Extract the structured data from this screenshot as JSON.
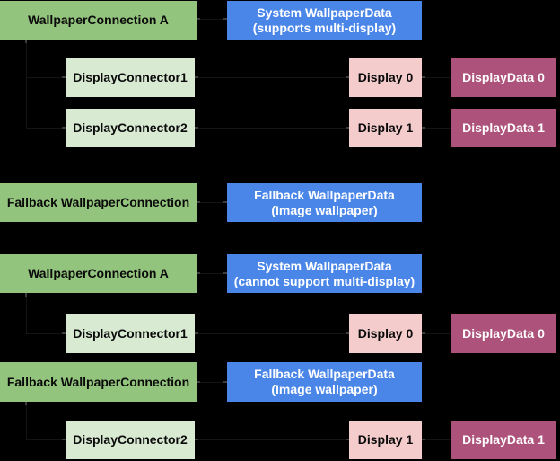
{
  "diagram": {
    "background": "#000000",
    "colors": {
      "wallpaper_connection_green": "#93c47d",
      "display_connector_light_green": "#d9ead3",
      "wallpaper_data_blue": "#4a86e8",
      "display_pink": "#f4cccc",
      "display_data_magenta": "#ad537b",
      "text_dark": "#0a0a0a",
      "text_light": "#ffffff",
      "connector_line": "#3d3d3d"
    }
  },
  "boxes": [
    {
      "label": "WallpaperConnection A"
    },
    {
      "label": "System WallpaperData",
      "line2": "(supports multi-display)"
    },
    {
      "label": "DisplayConnector1"
    },
    {
      "label": "Display 0"
    },
    {
      "label": "DisplayData 0"
    },
    {
      "label": "DisplayConnector2"
    },
    {
      "label": "Display 1"
    },
    {
      "label": "DisplayData 1"
    },
    {
      "label": "Fallback WallpaperConnection"
    },
    {
      "label": "Fallback WallpaperData",
      "line2": "(Image wallpaper)"
    },
    {
      "label": "WallpaperConnection A"
    },
    {
      "label": "System WallpaperData",
      "line2": "(cannot support multi-display)"
    },
    {
      "label": "DisplayConnector1"
    },
    {
      "label": "Display 0"
    },
    {
      "label": "DisplayData 0"
    },
    {
      "label": "Fallback WallpaperConnection"
    },
    {
      "label": "Fallback WallpaperData",
      "line2": "(Image wallpaper)"
    },
    {
      "label": "DisplayConnector2"
    },
    {
      "label": "Display 1"
    },
    {
      "label": "DisplayData 1"
    }
  ]
}
